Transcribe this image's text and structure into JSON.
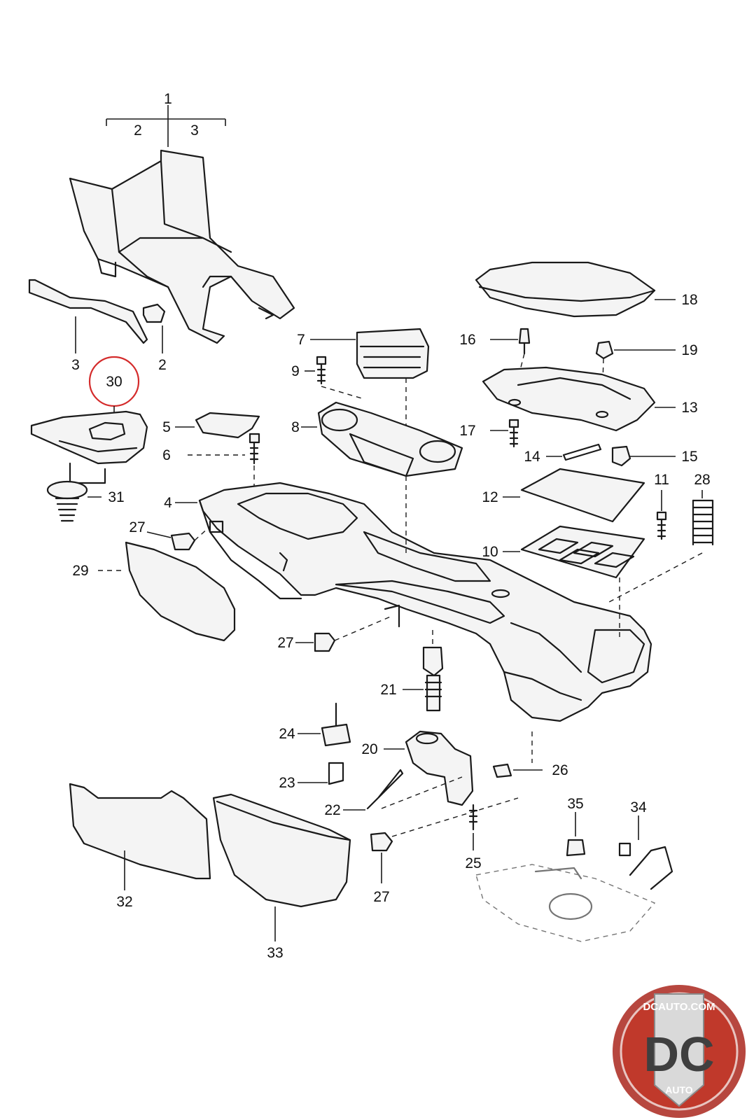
{
  "callouts": {
    "c1": "1",
    "c2": "2",
    "c3": "3",
    "c4": "4",
    "c5": "5",
    "c6": "6",
    "c7": "7",
    "c8": "8",
    "c9": "9",
    "c10": "10",
    "c11": "11",
    "c12": "12",
    "c13": "13",
    "c14": "14",
    "c15": "15",
    "c16": "16",
    "c17": "17",
    "c18": "18",
    "c19": "19",
    "c20": "20",
    "c21": "21",
    "c22": "22",
    "c23": "23",
    "c24": "24",
    "c25": "25",
    "c26": "26",
    "c27": "27",
    "c28": "28",
    "c29": "29",
    "c30": "30",
    "c31": "31",
    "c32": "32",
    "c33": "33",
    "c34": "34",
    "c35": "35"
  },
  "highlighted_callout": "30",
  "colors": {
    "highlight": "#d42b2b",
    "line": "#1a1a1a",
    "logo_red": "#c0392b"
  },
  "logo": {
    "domain_text": "DCAUTO.COM",
    "letters": "DC",
    "word": "AUTO"
  }
}
